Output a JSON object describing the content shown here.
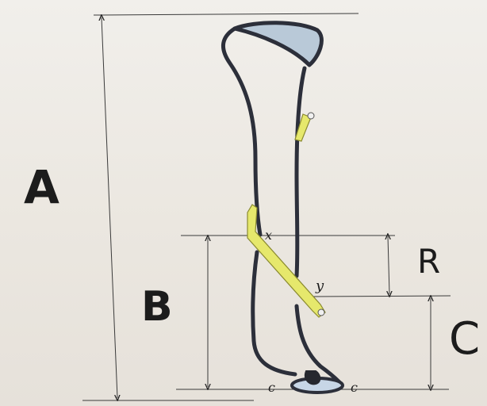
{
  "labels": {
    "A": "A",
    "B": "B",
    "C": "C",
    "R": "R",
    "x": "x",
    "y": "y",
    "c_left": "c",
    "c_right": "c"
  },
  "colors": {
    "ink": "#1c1c1c",
    "bone_outline": "#2c2f3a",
    "wire_fill": "#e6e86c",
    "cartilage_fill": "#b9c9d8",
    "paper": "#ece8e2"
  }
}
